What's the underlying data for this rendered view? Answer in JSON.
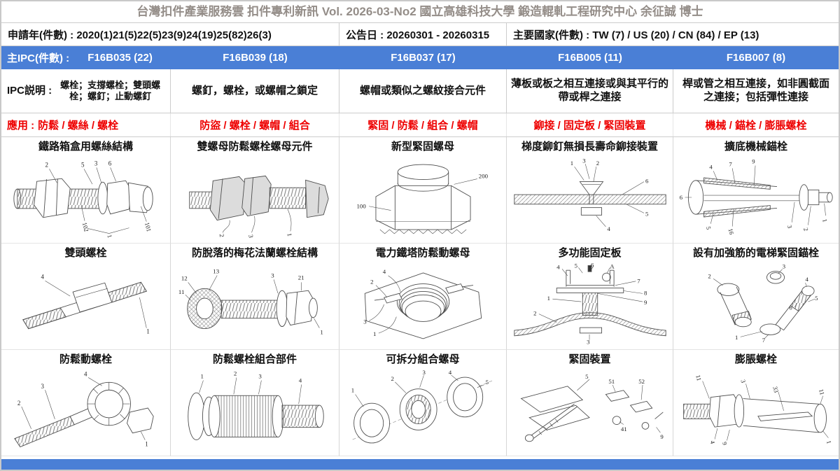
{
  "colors": {
    "accent_blue": "#4a7fd6",
    "accent_red": "#ee0000",
    "title_gray": "#948d88"
  },
  "page": {
    "title": "台灣扣件產業服務雲  扣件專利新訊  Vol. 2026-03-No2  國立高雄科技大學  鍛造輥軋工程研究中心  余征誠 博士"
  },
  "meta": {
    "cells": [
      "申請年(件數) : 2020(1)21(5)22(5)23(9)24(19)25(82)26(3)",
      "公告日 : 20260301 - 20260315",
      "主要國家(件數) : TW (7) / US (20) / CN (84) / EP (13)"
    ]
  },
  "ipc": {
    "label": "主IPC(件數) :",
    "codes": [
      "F16B035 (22)",
      "F16B039 (18)",
      "F16B037 (17)",
      "F16B005 (11)",
      "F16B007 (8)"
    ]
  },
  "ipc_desc": {
    "label": "IPC説明 :",
    "items": [
      "螺栓；支撐螺栓；雙頭螺栓；螺釘；止動螺釘",
      "螺釘，螺栓，或螺帽之鎖定",
      "螺帽或類似之螺紋接合元件",
      "薄板或板之相互連接或與其平行的帶或桿之連接",
      "桿或管之相互連接，如非圓截面之連接；包括彈性連接"
    ]
  },
  "application": {
    "label": "應用 :",
    "items": [
      "防鬆 / 螺絲 / 螺栓",
      "防盜 / 螺栓 / 螺帽 / 組合",
      "緊固 / 防鬆 / 組合 / 螺帽",
      "鉚接 / 固定板 / 緊固裝置",
      "機械 / 錨栓 / 膨脹螺栓"
    ]
  },
  "panels": [
    {
      "title": "鐵路箱盒用螺絲結構",
      "labels": [
        "2",
        "5",
        "3",
        "6",
        "102",
        "101",
        "1"
      ]
    },
    {
      "title": "雙螺母防鬆螺栓螺母元件",
      "labels": [
        "2",
        "3",
        "1"
      ]
    },
    {
      "title": "新型緊固螺母",
      "labels": [
        "100",
        "200"
      ]
    },
    {
      "title": "梯度鉚釘無損長壽命鉚接裝置",
      "labels": [
        "1",
        "3",
        "2",
        "6",
        "5",
        "4"
      ]
    },
    {
      "title": "擴底機械錨栓",
      "labels": [
        "6",
        "4",
        "7",
        "9",
        "5",
        "16",
        "3",
        "2",
        "1"
      ]
    },
    {
      "title": "雙頭螺栓",
      "labels": [
        "4",
        "1"
      ]
    },
    {
      "title": "防脫落的梅花法蘭螺栓結構",
      "labels": [
        "12",
        "11",
        "13",
        "3",
        "21",
        "1"
      ]
    },
    {
      "title": "電力鐵塔防鬆動螺母",
      "labels": [
        "4",
        "2",
        "3",
        "1"
      ]
    },
    {
      "title": "多功能固定板",
      "labels": [
        "4",
        "5",
        "6",
        "A",
        "7",
        "1",
        "8",
        "9",
        "2",
        "3"
      ]
    },
    {
      "title": "設有加強筋的電梯緊固錨栓",
      "labels": [
        "3",
        "2",
        "4",
        "5",
        "6",
        "1",
        "7"
      ]
    },
    {
      "title": "防鬆動螺栓",
      "labels": [
        "2",
        "3",
        "4",
        "1"
      ]
    },
    {
      "title": "防鬆螺栓組合部件",
      "labels": [
        "1",
        "2",
        "3",
        "4"
      ]
    },
    {
      "title": "可拆分組合螺母",
      "labels": [
        "1",
        "2",
        "3",
        "4",
        "5"
      ]
    },
    {
      "title": "緊固裝置",
      "labels": [
        "5",
        "51",
        "52",
        "41",
        "9"
      ]
    },
    {
      "title": "膨脹螺栓",
      "labels": [
        "11",
        "3",
        "33",
        "11",
        "4",
        "9",
        "1"
      ]
    }
  ]
}
